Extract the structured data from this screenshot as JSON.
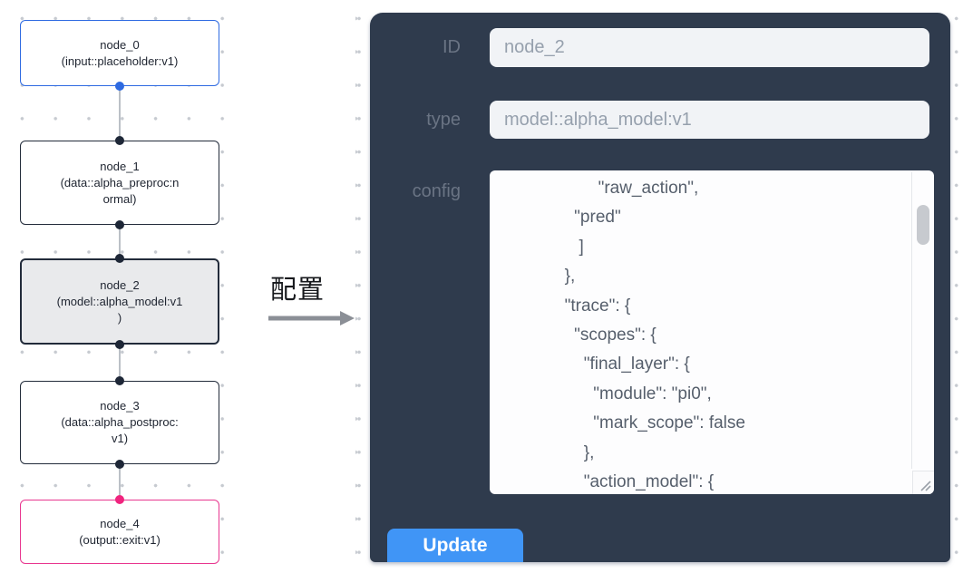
{
  "flow": {
    "nodes": [
      {
        "id": "node_0",
        "lines": [
          "node_0",
          "(input::placeholder:v1)"
        ],
        "border_color": "#2e6ae1",
        "selected": false
      },
      {
        "id": "node_1",
        "lines": [
          "node_1",
          "(data::alpha_preproc:n",
          "ormal)"
        ],
        "border_color": "#222b3a",
        "selected": false
      },
      {
        "id": "node_2",
        "lines": [
          "node_2",
          "(model::alpha_model:v1",
          ")"
        ],
        "border_color": "#222b3a",
        "selected": true
      },
      {
        "id": "node_3",
        "lines": [
          "node_3",
          "(data::alpha_postproc:",
          "v1)"
        ],
        "border_color": "#222b3a",
        "selected": false
      },
      {
        "id": "node_4",
        "lines": [
          "node_4",
          "(output::exit:v1)"
        ],
        "border_color": "#e8368f",
        "selected": false
      }
    ]
  },
  "annotation": {
    "label": "配置"
  },
  "panel": {
    "id_label": "ID",
    "id_value": "node_2",
    "type_label": "type",
    "type_value": "model::alpha_model:v1",
    "config_label": "config",
    "config_value": "                    \"raw_action\",\n               \"pred\"\n                ]\n             },\n             \"trace\": {\n               \"scopes\": {\n                 \"final_layer\": {\n                   \"module\": \"pi0\",\n                   \"mark_scope\": false\n                 },\n                 \"action_model\": {",
    "update_label": "Update"
  },
  "colors": {
    "panel_bg": "#2f3b4d",
    "button_blue": "#4095f6",
    "node_border_default": "#222b3a",
    "node_border_input": "#2e6ae1",
    "node_border_output": "#e8368f",
    "node_selected_bg": "#e9eaec",
    "port_dark": "#1e2737",
    "port_blue": "#2e6ae1",
    "port_pink": "#f0247e",
    "edge_gray": "#bbc0c7",
    "grid_dot": "#c6cad0",
    "field_bg": "#f1f3f6",
    "field_text": "#96a0ad",
    "label_text": "#6a7484"
  }
}
